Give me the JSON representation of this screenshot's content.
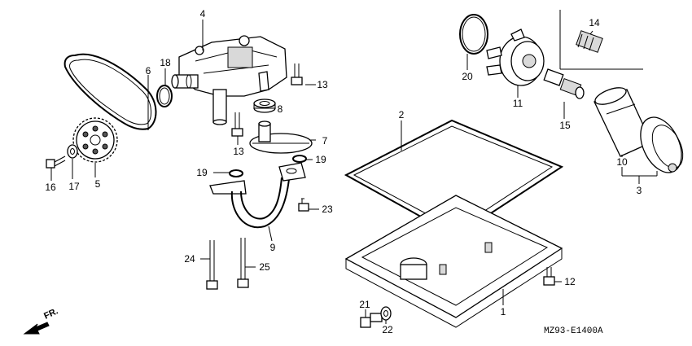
{
  "diagram_code": "MZ93-E1400A",
  "direction_label": "FR.",
  "callouts": {
    "c1": "1",
    "c2": "2",
    "c3": "3",
    "c4": "4",
    "c5": "5",
    "c6": "6",
    "c7": "7",
    "c8": "8",
    "c9": "9",
    "c10": "10",
    "c11": "11",
    "c12": "12",
    "c13a": "13",
    "c13b": "13",
    "c14": "14",
    "c15": "15",
    "c16": "16",
    "c17": "17",
    "c18": "18",
    "c19a": "19",
    "c19b": "19",
    "c20": "20",
    "c21": "21",
    "c22": "22",
    "c23": "23",
    "c24": "24",
    "c25": "25"
  }
}
